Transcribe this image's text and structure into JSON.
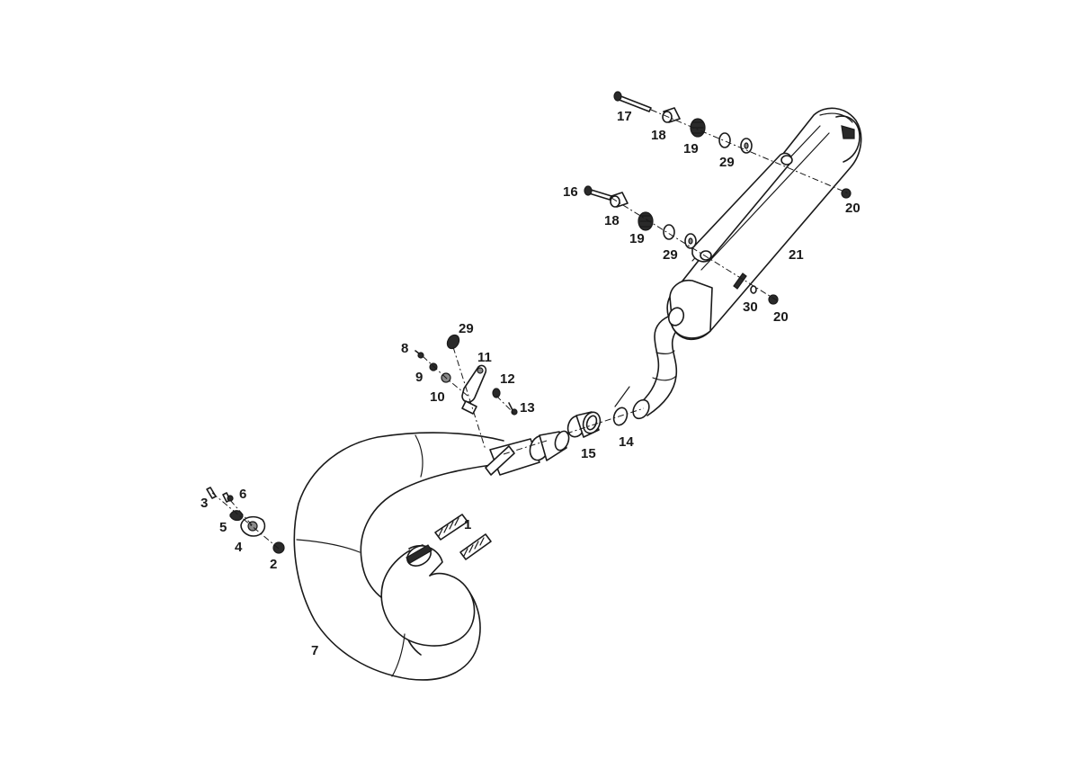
{
  "diagram": {
    "callouts": [
      {
        "id": "c1",
        "text": "1"
      },
      {
        "id": "c2",
        "text": "2"
      },
      {
        "id": "c3",
        "text": "3"
      },
      {
        "id": "c4",
        "text": "4"
      },
      {
        "id": "c5",
        "text": "5"
      },
      {
        "id": "c6",
        "text": "6"
      },
      {
        "id": "c7",
        "text": "7"
      },
      {
        "id": "c8",
        "text": "8"
      },
      {
        "id": "c9",
        "text": "9"
      },
      {
        "id": "c10",
        "text": "10"
      },
      {
        "id": "c11",
        "text": "11"
      },
      {
        "id": "c12",
        "text": "12"
      },
      {
        "id": "c13",
        "text": "13"
      },
      {
        "id": "c14",
        "text": "14"
      },
      {
        "id": "c15",
        "text": "15"
      },
      {
        "id": "c16",
        "text": "16"
      },
      {
        "id": "c17",
        "text": "17"
      },
      {
        "id": "c18a",
        "text": "18"
      },
      {
        "id": "c18b",
        "text": "18"
      },
      {
        "id": "c19a",
        "text": "19"
      },
      {
        "id": "c19b",
        "text": "19"
      },
      {
        "id": "c20a",
        "text": "20"
      },
      {
        "id": "c20b",
        "text": "20"
      },
      {
        "id": "c21",
        "text": "21"
      },
      {
        "id": "c29a",
        "text": "29"
      },
      {
        "id": "c29b",
        "text": "29"
      },
      {
        "id": "c29c",
        "text": "29"
      },
      {
        "id": "c30",
        "text": "30"
      }
    ]
  }
}
